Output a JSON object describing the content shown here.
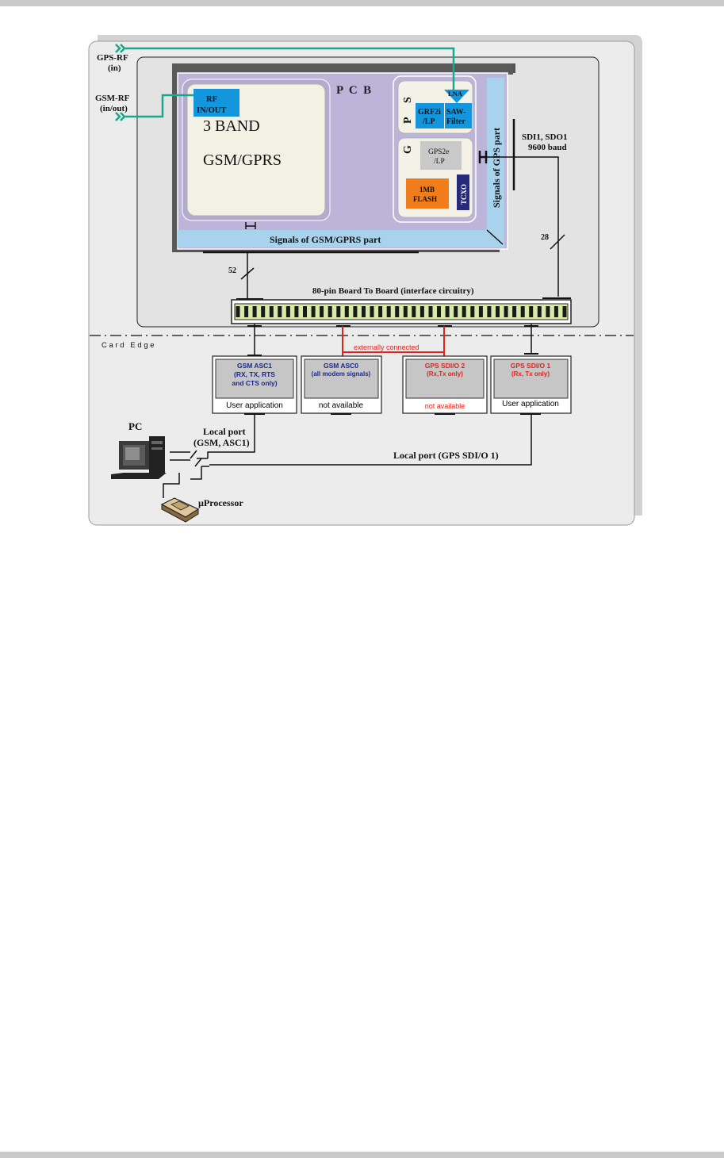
{
  "labels": {
    "gps_rf": "GPS-RF",
    "gps_rf_sub": "(in)",
    "gsm_rf": "GSM-RF",
    "gsm_rf_sub": "(in/out)",
    "rf_inout_1": "RF",
    "rf_inout_2": "IN/OUT",
    "band_1": "3 BAND",
    "band_2": "GSM/GPRS",
    "pcb": "P  C  B",
    "gps_letters": [
      "G",
      "P",
      "S"
    ],
    "lna": "LNA",
    "grf2i_1": "GRF2i",
    "grf2i_2": "/LP",
    "saw_1": "SAW-",
    "saw_2": "Filter",
    "gps2e_1": "GPS2e",
    "gps2e_2": "/LP",
    "flash_1": "1MB",
    "flash_2": "FLASH",
    "tcxo": "TCXO",
    "signals_gps": "Signals of GPS part",
    "signals_gsm": "Signals of GSM/GPRS part",
    "sdi_1": "SDI1, SDO1",
    "sdi_2": "9600 baud",
    "bus_28": "28",
    "bus_52": "52",
    "connector": "80-pin Board To Board (interface circuitry)",
    "card_edge": "C a r d   E d g e",
    "externally_connected": "externally connected",
    "pc": "PC",
    "local_port_gsm_1": "Local port",
    "local_port_gsm_2": "(GSM, ASC1)",
    "local_port_gps": "Local port (GPS SDI/O 1)",
    "microprocessor": "µProcessor"
  },
  "ports": [
    {
      "title": "GSM ASC1",
      "lines": [
        "(RX, TX, RTS",
        "and CTS only)"
      ],
      "footer": "User application",
      "title_color": "#1d2a8a",
      "footer_color": "#000000"
    },
    {
      "title": "GSM ASC0",
      "lines": [
        "(all modem signals)"
      ],
      "footer": "not available",
      "title_color": "#1d2a8a",
      "footer_color": "#000000"
    },
    {
      "title": "GPS SDI/O 2",
      "lines": [
        "(Rx,Tx only)"
      ],
      "footer": "not available",
      "title_color": "#e0251b",
      "footer_color": "#e0251b"
    },
    {
      "title": "GPS SDI/O 1",
      "lines": [
        "(Rx, Tx only)"
      ],
      "footer": "User application",
      "title_color": "#e0251b",
      "footer_color": "#000000"
    }
  ],
  "colors": {
    "rf_line": "#19a88a",
    "blue_block": "#1496dc",
    "orange_block": "#f07d1a",
    "tcxo_block": "#262a78",
    "purple_module": "#bdb5d9",
    "light_blue_strip": "#a9d3ec",
    "red_link": "#e0251b",
    "panel_bg": "#ececec"
  }
}
